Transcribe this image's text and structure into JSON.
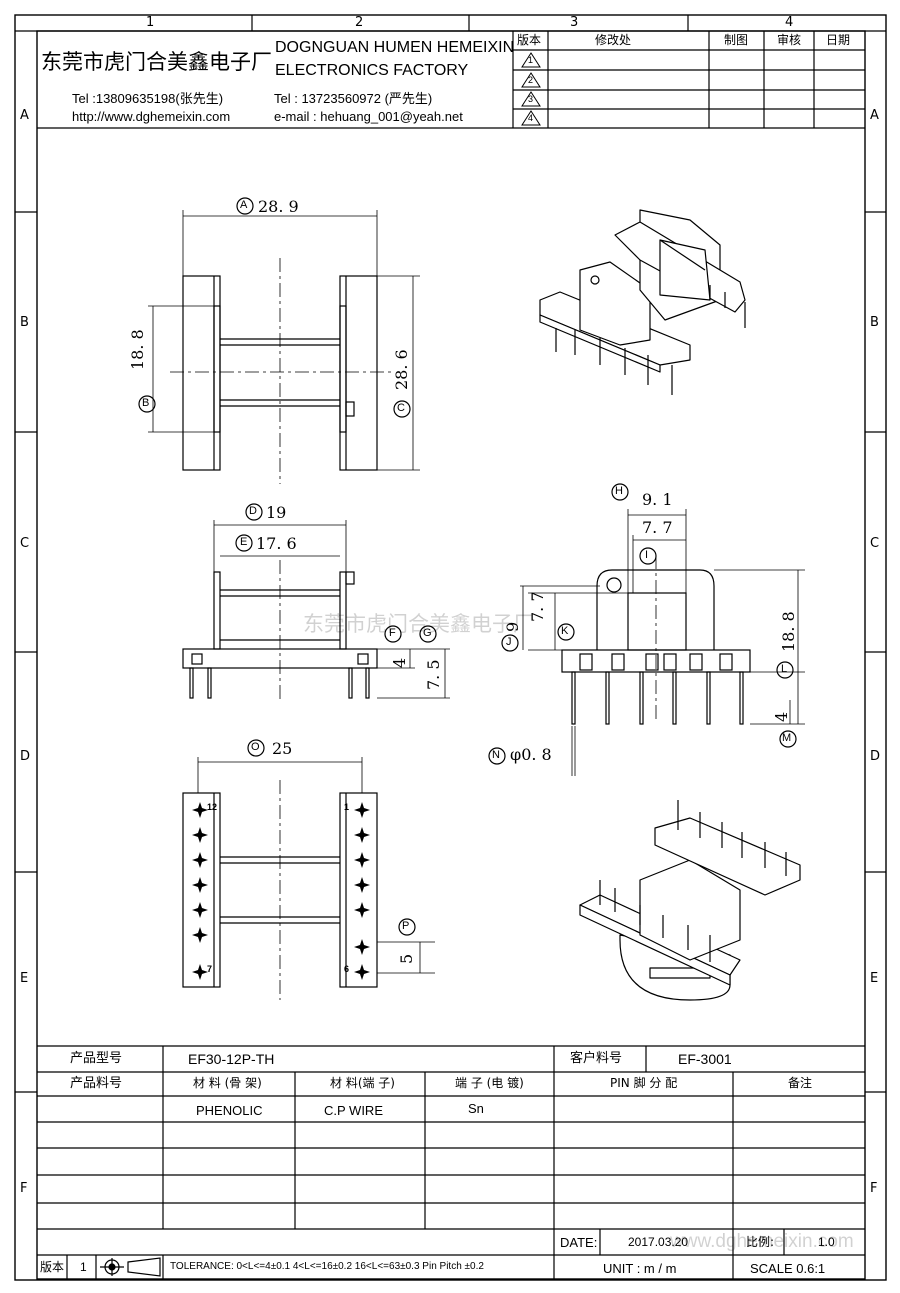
{
  "border": {
    "columns": [
      "1",
      "2",
      "3",
      "4"
    ],
    "rows": [
      "A",
      "B",
      "C",
      "D",
      "E",
      "F"
    ]
  },
  "company": {
    "name_cn": "东莞市虎门合美鑫电子厂",
    "name_en_line1": "DOGNGUAN HUMEN HEMEIXIN",
    "name_en_line2": "ELECTRONICS FACTORY",
    "tel1": "Tel :13809635198(张先生)",
    "website": "http://www.dghemeixin.com",
    "tel2": "Tel : 13723560972 (严先生)",
    "email": "e-mail : hehuang_001@yeah.net"
  },
  "revision_table": {
    "headers": [
      "版本",
      "修改处",
      "制图",
      "审核",
      "日期"
    ],
    "rows": [
      "1",
      "2",
      "3",
      "4"
    ]
  },
  "dimensions": {
    "A": "28. 9",
    "B": "18. 8",
    "C": "28. 6",
    "D": "19",
    "E": "17. 6",
    "F": "4",
    "G": "7. 5",
    "H": "9. 1",
    "I": "7. 7",
    "J": "9",
    "K": "7. 7",
    "L": "18. 8",
    "M": "4",
    "N": "φ0. 8",
    "O": "25",
    "P": "5"
  },
  "pin_marks": {
    "top_left": "12",
    "top_right": "1",
    "bottom_left": "7",
    "bottom_right": "6"
  },
  "watermark_center": "东莞市虎门合美鑫电子厂",
  "watermark_bottom": "www.dghemeixin.com",
  "info_table": {
    "model_label": "产品型号",
    "model_value": "EF30-12P-TH",
    "customer_no_label": "客户料号",
    "customer_no_value": "EF-3001",
    "part_no_label": "产品料号",
    "col_material_bobbin": "材 料 (骨 架)",
    "col_material_pin": "材 料(端 子)",
    "col_plating": "端 子 (电 镀)",
    "col_pin_assign": "PIN 脚 分 配",
    "col_remark": "备注",
    "material_bobbin": "PHENOLIC",
    "material_pin": "C.P WIRE",
    "plating": "Sn",
    "date_label": "DATE:",
    "date_value": "2017.03.20",
    "ratio_label": "比例:",
    "ratio_value": "1.0",
    "unit": "UNIT : m / m",
    "scale": "SCALE  0.6:1",
    "version_label": "版本",
    "version_value": "1",
    "tolerance": "TOLERANCE:  0<L<=4±0.1  4<L<=16±0.2  16<L<=63±0.3  Pin Pitch  ±0.2"
  }
}
